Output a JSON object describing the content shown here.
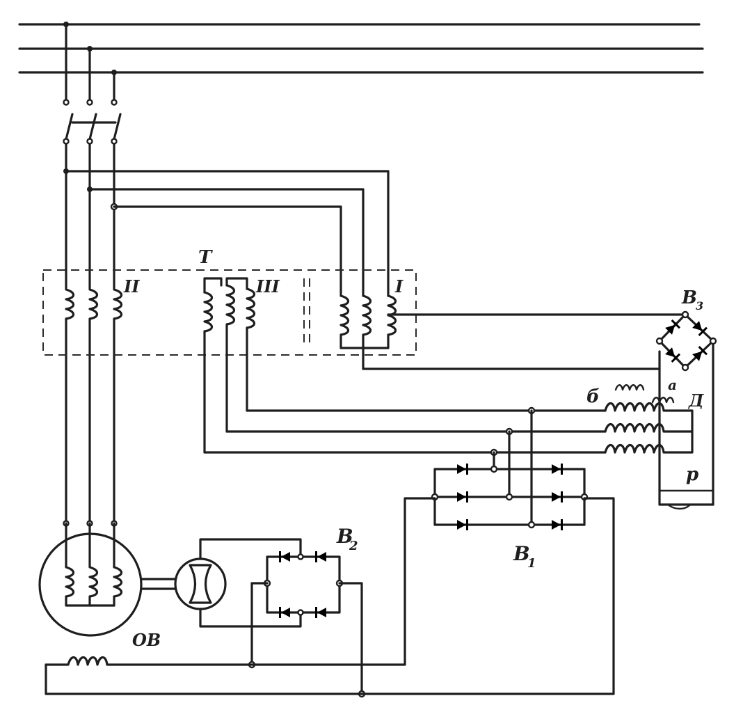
{
  "labels": {
    "transformer": "T",
    "winding_I": "I",
    "winding_II": "II",
    "winding_III": "III",
    "rectifier_B1": "B",
    "rectifier_B1_sub": "1",
    "rectifier_B2": "B",
    "rectifier_B2_sub": "2",
    "rectifier_B3": "B",
    "rectifier_B3_sub": "3",
    "field_winding": "ОВ",
    "coil_a": "а",
    "coil_b": "б",
    "coil_d": "Д",
    "coil_r": "р"
  },
  "colors": {
    "ink": "#1e1e1e",
    "paper": "#ffffff"
  }
}
